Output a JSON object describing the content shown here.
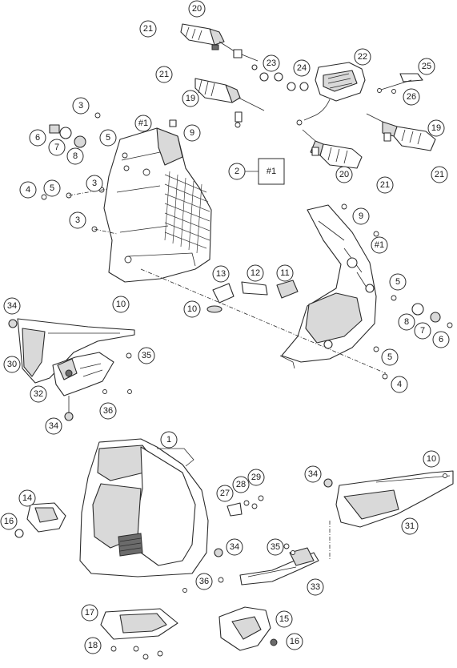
{
  "callouts": {
    "c20a": "20",
    "c21a": "21",
    "c21b": "21",
    "c23": "23",
    "c24": "24",
    "c22": "22",
    "c25": "25",
    "c19a": "19",
    "c26": "26",
    "c3a": "3",
    "c19b": "19",
    "c1ref_a": "#1",
    "c9a": "9",
    "c6a": "6",
    "c7a": "7",
    "c8a": "8",
    "c5a": "5",
    "c2": "2",
    "c20b": "20",
    "c21c": "21",
    "c21d": "21",
    "c4a": "4",
    "c5b": "5",
    "c3b": "3",
    "c9b": "9",
    "c3c": "3",
    "c1ref_b": "#1",
    "c13": "13",
    "c12": "12",
    "c11": "11",
    "c5c": "5",
    "c34a": "34",
    "c10a": "10",
    "c10b": "10",
    "c8b": "8",
    "c7b": "7",
    "c6b": "6",
    "c30": "30",
    "c35a": "35",
    "c5d": "5",
    "c32": "32",
    "c36a": "36",
    "c4b": "4",
    "c34b": "34",
    "c1": "1",
    "c10c": "10",
    "c34c": "34",
    "c14": "14",
    "c29": "29",
    "c28": "28",
    "c27": "27",
    "c31": "31",
    "c16a": "16",
    "c34d": "34",
    "c35b": "35",
    "c36b": "36",
    "c33": "33",
    "c17": "17",
    "c15": "15",
    "c18": "18",
    "c16b": "16"
  },
  "ref_box": {
    "label": "#1"
  }
}
